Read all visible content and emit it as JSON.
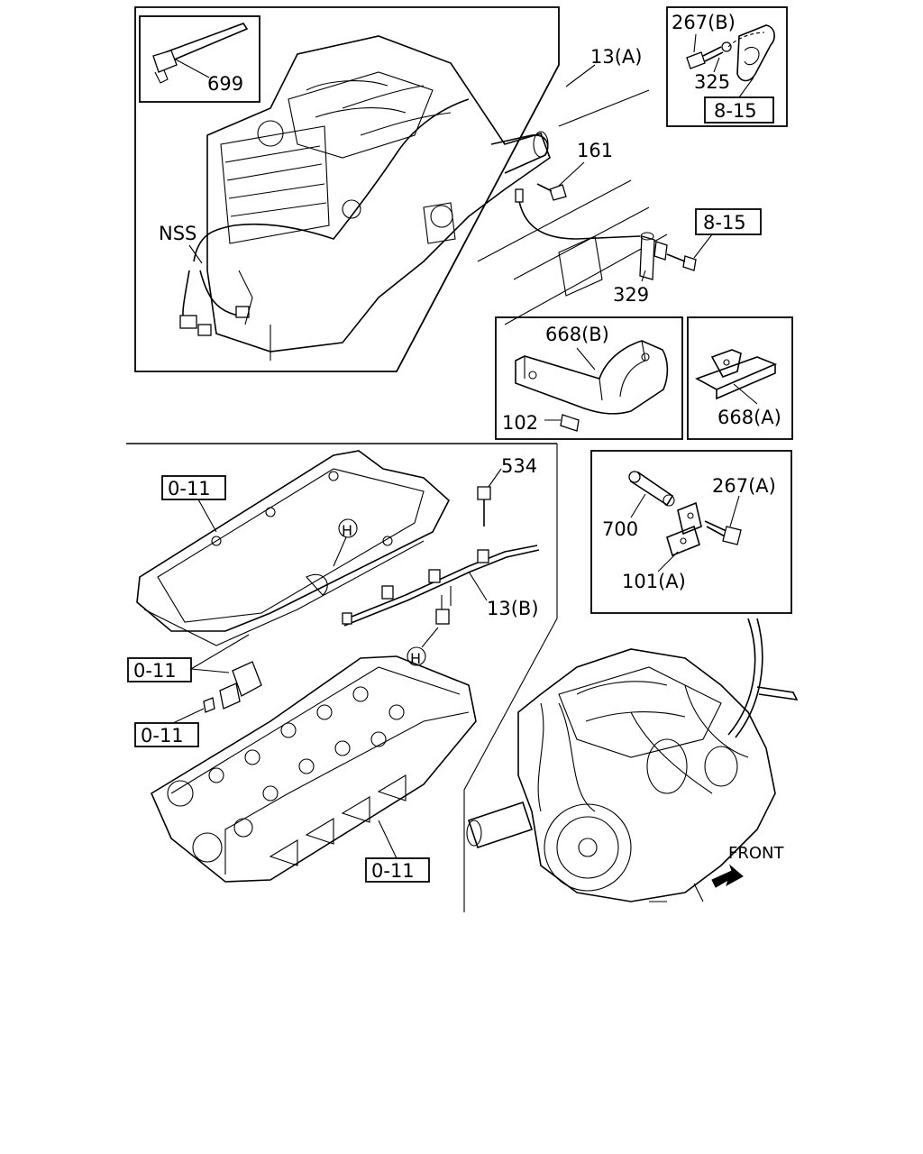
{
  "callouts": {
    "c699": "699",
    "c13a": "13(A)",
    "c267b": "267(B)",
    "c325": "325",
    "c815_top": "8-15",
    "c161": "161",
    "cnss": "NSS",
    "c815_mid": "8-15",
    "c329": "329",
    "c668b": "668(B)",
    "c102": "102",
    "c668a": "668(A)",
    "c011_a": "0-11",
    "c534": "534",
    "c267a": "267(A)",
    "c700": "700",
    "c101a": "101(A)",
    "ch_1": "H",
    "c13b": "13(B)",
    "ch_2": "H",
    "c011_b": "0-11",
    "c011_c": "0-11",
    "c011_d": "0-11",
    "front": "FRONT"
  }
}
